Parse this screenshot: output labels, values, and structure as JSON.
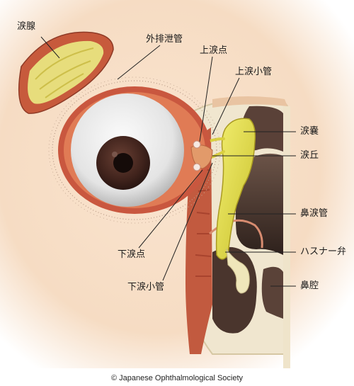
{
  "labels": {
    "lacrimal_gland": "涙腺",
    "excretory_ducts": "外排泄管",
    "upper_punctum": "上涙点",
    "upper_canaliculus": "上涙小管",
    "lacrimal_sac": "涙嚢",
    "caruncle": "涙丘",
    "nasolacrimal_duct": "鼻涙管",
    "hasner_valve": "ハスナー弁",
    "nasal_cavity": "鼻腔",
    "lower_punctum": "下涙点",
    "lower_canaliculus": "下涙小管"
  },
  "copyright": "© Japanese Ophthalmological Society",
  "colors": {
    "skin": "#f7dcc4",
    "lid_red": "#c2503c",
    "sclera": "#ececec",
    "iris": "#4a2a22",
    "pupil": "#1a0e0c",
    "gland": "#e8dc7a",
    "sac_yellow": "#e9e24a",
    "bone": "#f2ead4",
    "mucosa": "#b8543c",
    "cavity_dark": "#4a3a32"
  }
}
